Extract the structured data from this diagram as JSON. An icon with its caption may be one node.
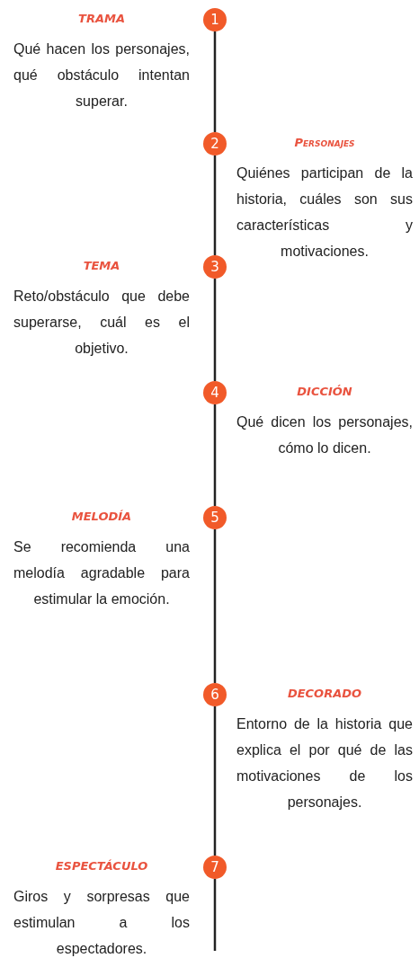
{
  "diagram": {
    "nodes": [
      {
        "text": [
          "1"
        ],
        "beside": [
          "TRAMA",
          "Qué hacen los personajes, qué obstáculo intentan superar."
        ]
      },
      {
        "text": [
          "2"
        ],
        "beside": [
          "Personajes",
          "Quiénes participan de la historia, cuáles son sus características y motivaciones."
        ]
      },
      {
        "text": [
          "3"
        ],
        "beside": [
          "TEMA",
          "Reto/obstáculo que debe superarse, cuál es el objetivo."
        ]
      },
      {
        "text": [
          "4"
        ],
        "beside": [
          "DICCIÓN",
          "Qué dicen los personajes, cómo lo dicen."
        ]
      },
      {
        "text": [
          "5"
        ],
        "beside": [
          "MELODÍA",
          "Se recomienda una melodía agradable para estimular la emoción."
        ]
      },
      {
        "text": [
          "6"
        ],
        "beside": [
          "DECORADO",
          "Entorno de la historia que explica el por qué de las motivaciones de los personajes."
        ]
      },
      {
        "text": [
          "7"
        ],
        "beside": [
          "ESPECTÁCULO",
          "Giros y sorpresas que estimulan a los espectadores."
        ]
      }
    ],
    "edges": [
      {
        "from": 0,
        "to": 1,
        "arrow": "none"
      },
      {
        "from": 1,
        "to": 2,
        "arrow": "none"
      },
      {
        "from": 2,
        "to": 3,
        "arrow": "none"
      },
      {
        "from": 3,
        "to": 4,
        "arrow": "none"
      },
      {
        "from": 4,
        "to": 5,
        "arrow": "none"
      },
      {
        "from": 5,
        "to": 6,
        "arrow": "none"
      },
      {
        "from": 6,
        "to": null,
        "arrow": "none"
      }
    ]
  }
}
